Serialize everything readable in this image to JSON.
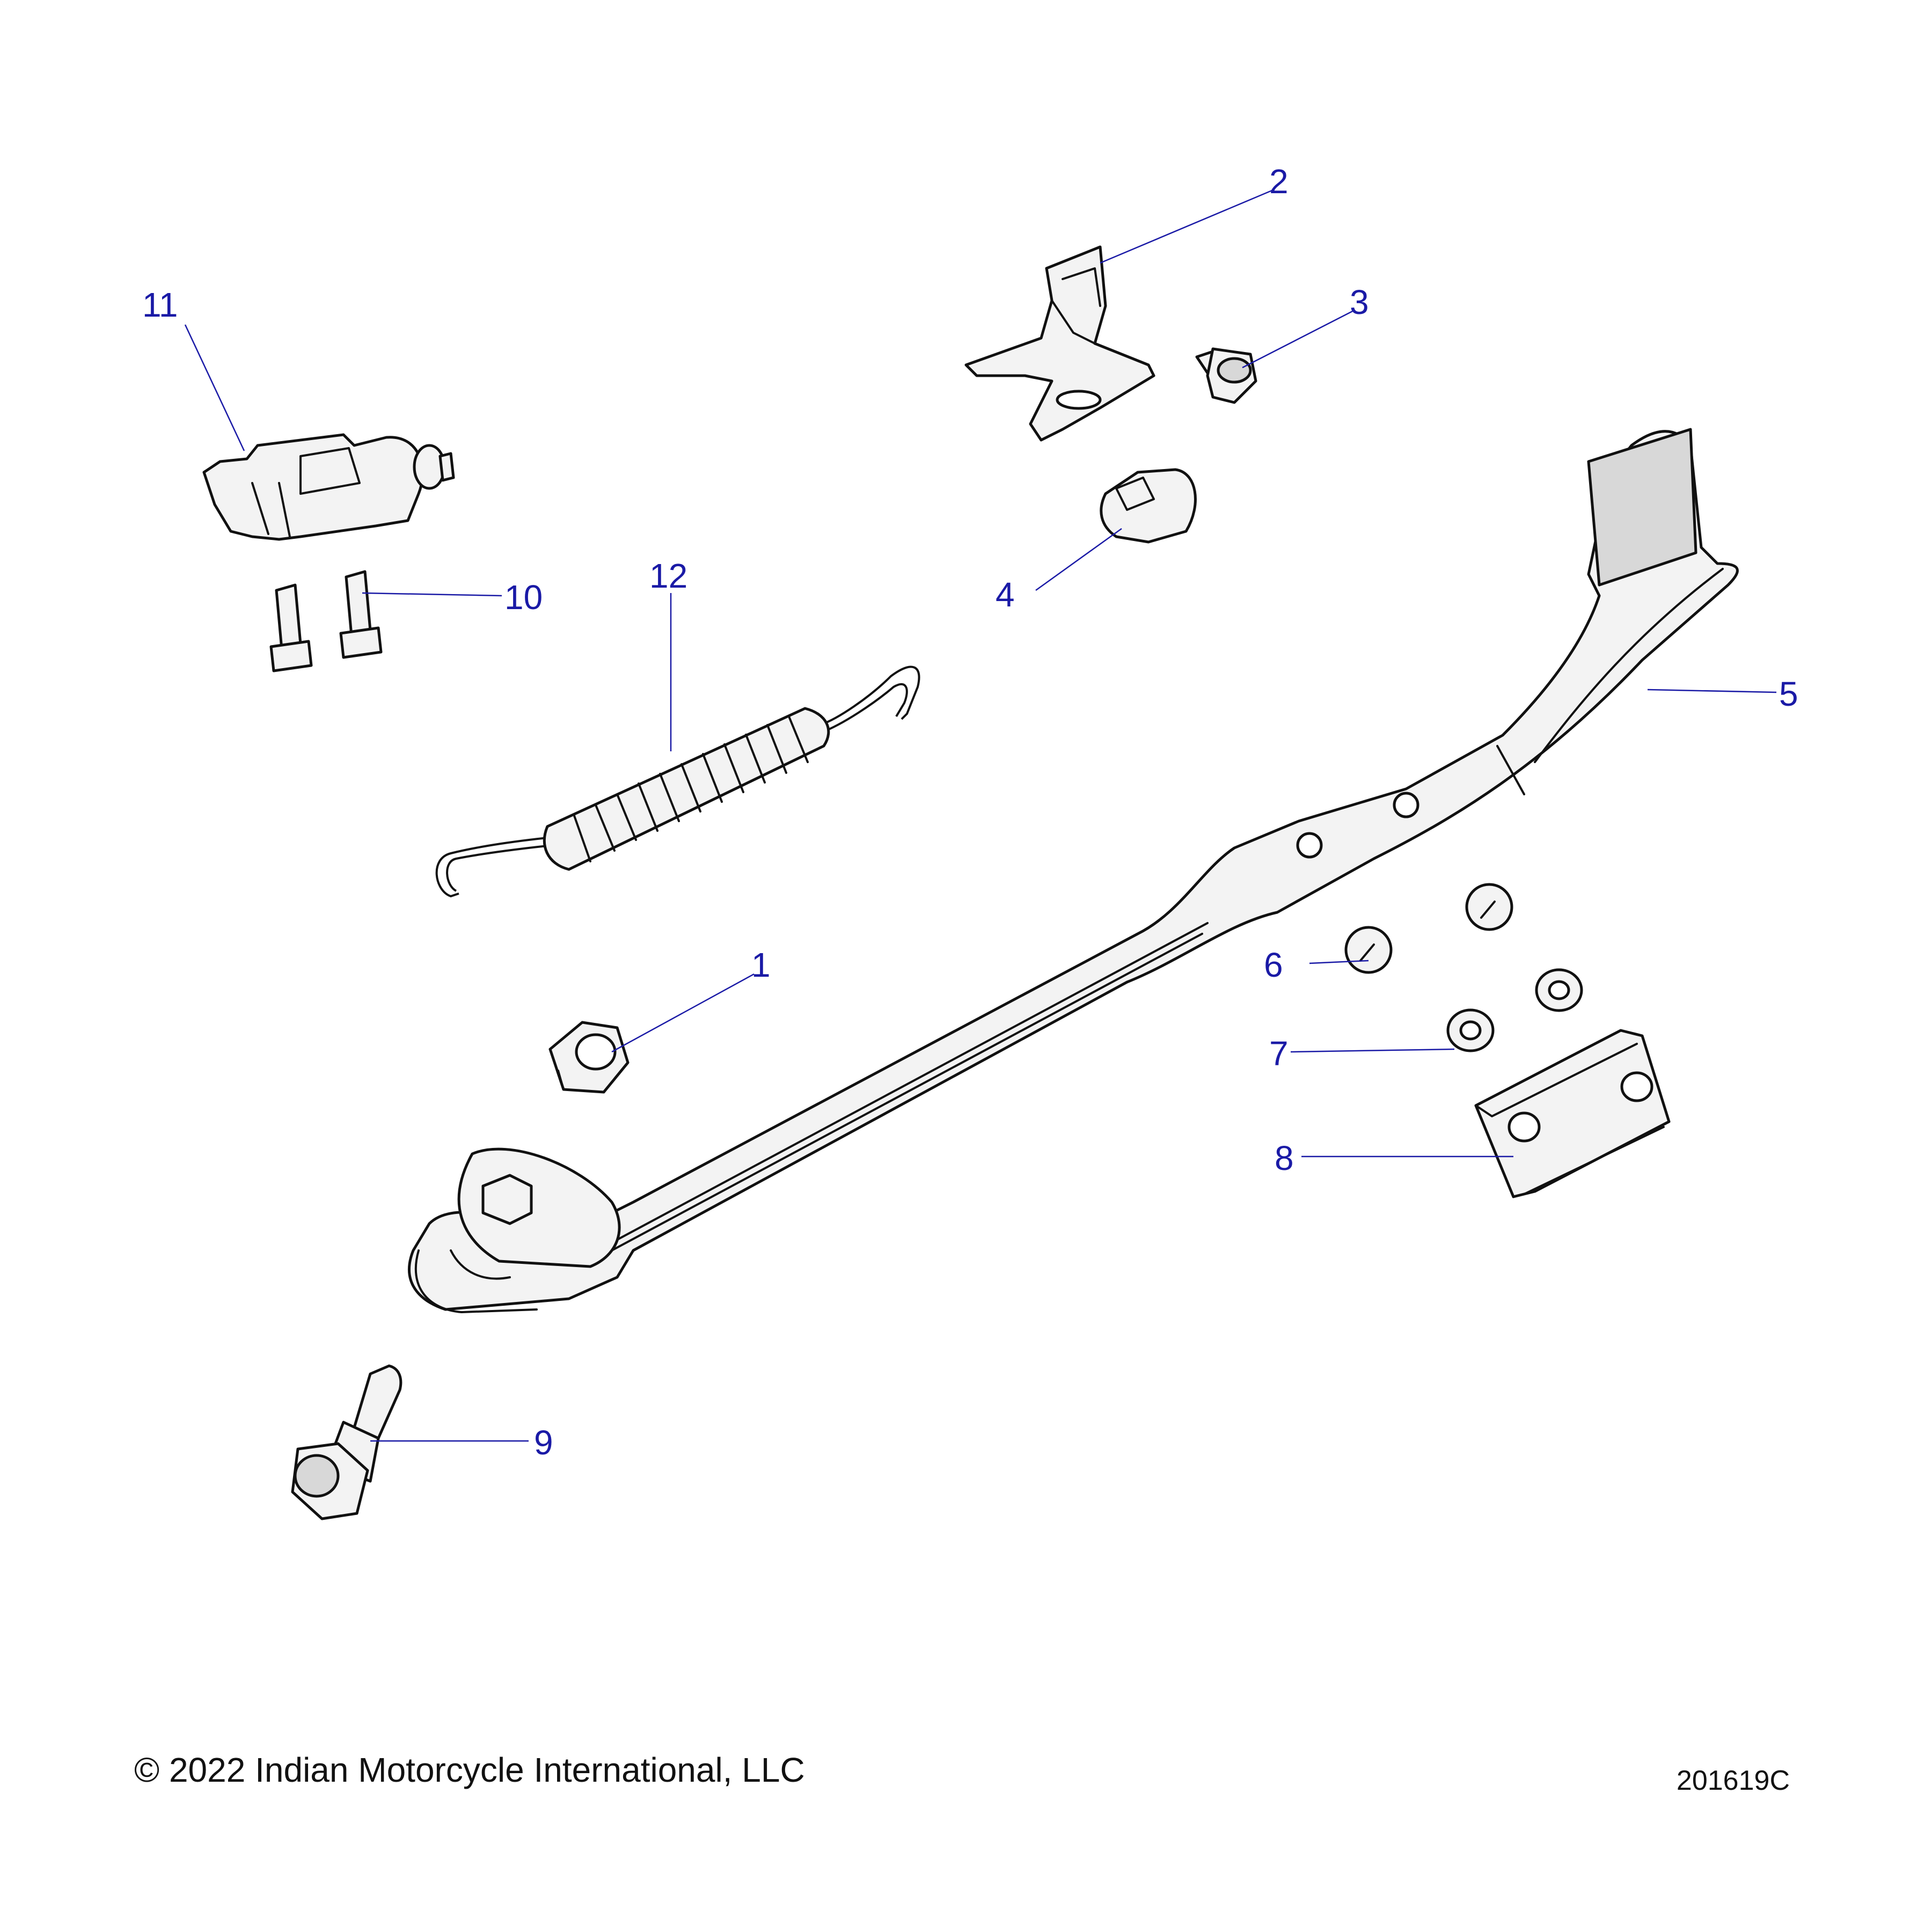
{
  "callouts": {
    "c1": "1",
    "c2": "2",
    "c3": "3",
    "c4": "4",
    "c5": "5",
    "c6": "6",
    "c7": "7",
    "c8": "8",
    "c9": "9",
    "c10": "10",
    "c11": "11",
    "c12": "12"
  },
  "footer": {
    "copyright": "© 2022 Indian Motorcycle International, LLC",
    "diagram_id": "201619C"
  },
  "colors": {
    "callout": "#1a1aa6",
    "outline": "#111111",
    "part_fill": "#f3f3f3"
  }
}
